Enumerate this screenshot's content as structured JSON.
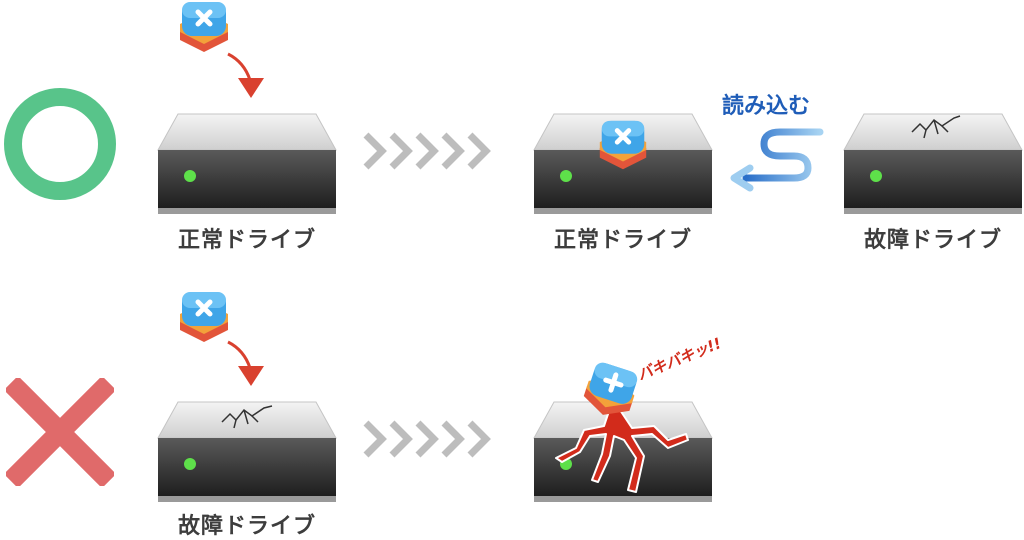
{
  "colors": {
    "ok": "#58c48a",
    "ng": "#e06a6a",
    "arrow": "#d9412f",
    "load_text": "#1f5db8",
    "sfx": "#d22b1b",
    "chevron": "#bdbdbd",
    "led": "#5ee04a",
    "label": "#3d3d3d"
  },
  "icons": {
    "ok_mark": "circle-icon",
    "ng_mark": "cross-icon",
    "app": "app-stack-icon",
    "crack": "crack-icon",
    "load": "s-curve-arrow-icon"
  },
  "row1": {
    "source_label": "正常ドライブ",
    "target_label": "正常ドライブ",
    "broken_label": "故障ドライブ",
    "load_label": "読み込む"
  },
  "row2": {
    "source_label": "故障ドライブ",
    "sfx_label": "バキバキッ!!"
  }
}
